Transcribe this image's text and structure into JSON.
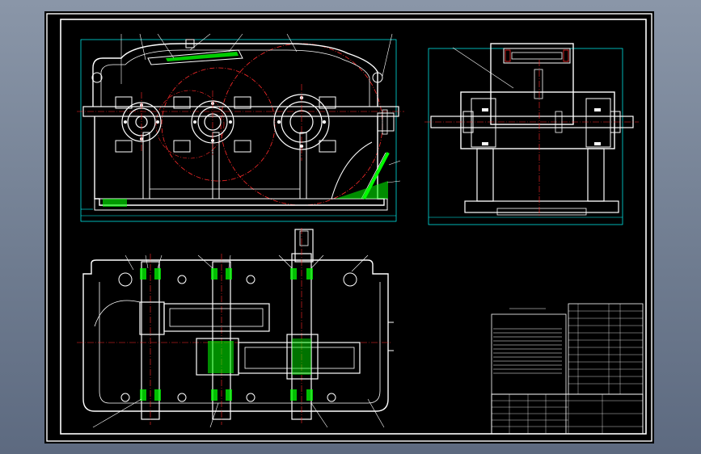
{
  "drawing": {
    "colors": {
      "background": "#000000",
      "frame": "#ffffff",
      "outline": "#ffffff",
      "dimension": "#00ffff",
      "centerline": "#ff2a2a",
      "hatch": "#00ff00",
      "leader": "#ffffff",
      "text": "#ffffff"
    },
    "views": [
      "front-view",
      "side-view",
      "top-section-view"
    ],
    "title_block": {
      "tech_requirements_title": "",
      "rows": 12
    }
  }
}
